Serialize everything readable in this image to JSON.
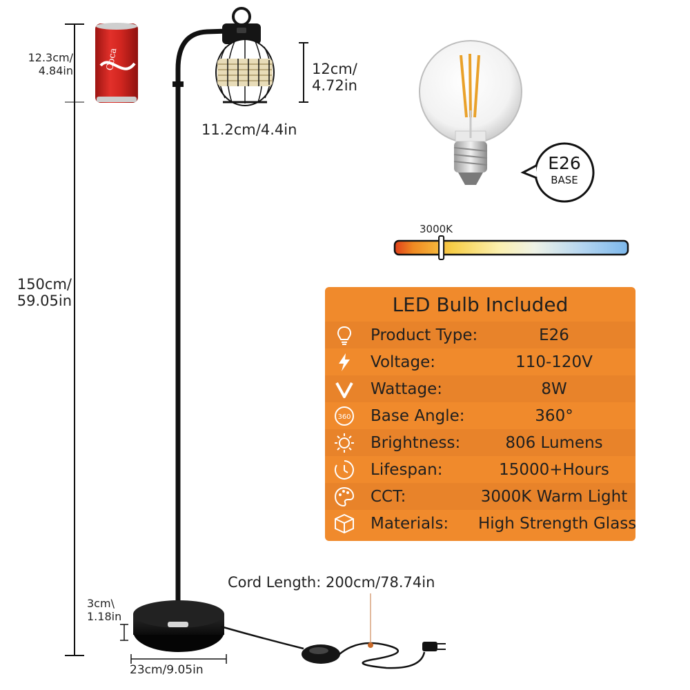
{
  "dimensions": {
    "total_height": "150cm/\n59.05in",
    "can_height": "12.3cm/\n4.84in",
    "shade_height": "12cm/\n4.72in",
    "shade_width": "11.2cm/4.4in",
    "base_height": "3cm\\\n1.18in",
    "base_width": "23cm/9.05in",
    "cord_length": "Cord Length: 200cm/78.74in"
  },
  "bulb": {
    "base_badge_main": "E26",
    "base_badge_sub": "BASE"
  },
  "color_temp": {
    "label": "3000K",
    "position": 0.2
  },
  "spec_panel": {
    "title": "LED Bulb Included",
    "rows": [
      {
        "label": "Product Type:",
        "value": "E26",
        "icon": "bulb-icon"
      },
      {
        "label": "Voltage:",
        "value": "110-120V",
        "icon": "lightning-icon"
      },
      {
        "label": "Wattage:",
        "value": "8W",
        "icon": "wattage-icon"
      },
      {
        "label": "Base Angle:",
        "value": "360°",
        "icon": "360-icon"
      },
      {
        "label": "Brightness:",
        "value": "806 Lumens",
        "icon": "brightness-icon"
      },
      {
        "label": "Lifespan:",
        "value": "15000+Hours",
        "icon": "clock-icon"
      },
      {
        "label": "CCT:",
        "value": "3000K Warm Light",
        "icon": "palette-icon"
      },
      {
        "label": "Materials:",
        "value": "High Strength Glass",
        "icon": "box-icon"
      }
    ]
  },
  "colors": {
    "panel": "#f08a2c",
    "panel_alt_row": "#e8832a",
    "lamp": "#111111",
    "can_red": "#d8231f"
  }
}
